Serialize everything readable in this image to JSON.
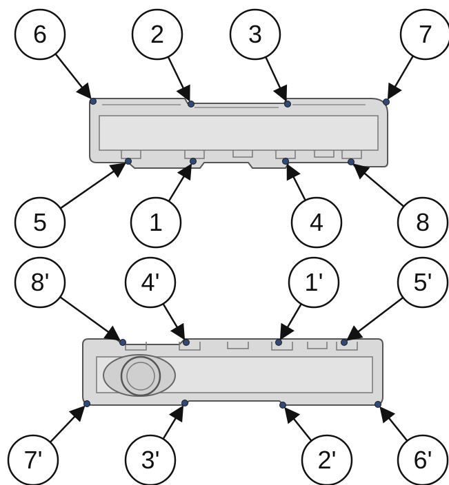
{
  "colors": {
    "cover_fill": "#d9d9d9",
    "cover_edge": "#555555",
    "bolt": "#2f4a78",
    "ink": "#111111"
  },
  "covers": [
    {
      "id": "upper",
      "callouts": [
        {
          "label": "6"
        },
        {
          "label": "2"
        },
        {
          "label": "3"
        },
        {
          "label": "7"
        },
        {
          "label": "5"
        },
        {
          "label": "1"
        },
        {
          "label": "4"
        },
        {
          "label": "8"
        }
      ]
    },
    {
      "id": "lower",
      "callouts": [
        {
          "label": "8'"
        },
        {
          "label": "4'"
        },
        {
          "label": "1'"
        },
        {
          "label": "5'"
        },
        {
          "label": "7'"
        },
        {
          "label": "3'"
        },
        {
          "label": "2'"
        },
        {
          "label": "6'"
        }
      ]
    }
  ]
}
